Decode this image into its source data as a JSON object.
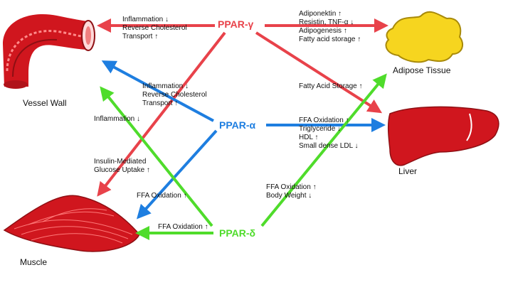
{
  "colors": {
    "gamma": "#e8424a",
    "alpha": "#1e7ee0",
    "delta": "#4fdc2b",
    "organ_red": "#d0161e",
    "organ_dark": "#8e0f13",
    "adipose_fill": "#f6d51f",
    "adipose_stroke": "#a88a0a"
  },
  "hubs": {
    "gamma": "PPAR-γ",
    "alpha": "PPAR-α",
    "delta": "PPAR-δ"
  },
  "organs": {
    "vessel_wall": "Vessel Wall",
    "adipose": "Adipose Tissue",
    "liver": "Liver",
    "muscle": "Muscle"
  },
  "effects": {
    "gamma_vessel": [
      "Inflammation ↓",
      "Reverse Cholesterol",
      "Transport ↑"
    ],
    "gamma_adipose": [
      "Adiponektin ↑",
      "Resistin, TNF-α ↓",
      "Adipogenesis ↑",
      "Fatty acid storage ↑"
    ],
    "gamma_liver": [
      "Fatty Acid Storage ↑"
    ],
    "gamma_muscle": [
      "Insulin-Mediated",
      "Glucose Uptake ↑"
    ],
    "alpha_vessel": [
      "Inflammation ↓",
      "Reverse Cholesterol",
      "Transport ↑"
    ],
    "alpha_liver": [
      "FFA Oxidation ↑",
      "Triglyceride ↓",
      "HDL ↑",
      "Small dense LDL ↓"
    ],
    "alpha_muscle": [
      "FFA Oxidation ↑"
    ],
    "delta_vessel": [
      "Inflammation ↓"
    ],
    "delta_adipose": [
      "FFA Oxidation ↑",
      "Body Weight ↓"
    ],
    "delta_muscle": [
      "FFA Oxidation ↑"
    ]
  }
}
